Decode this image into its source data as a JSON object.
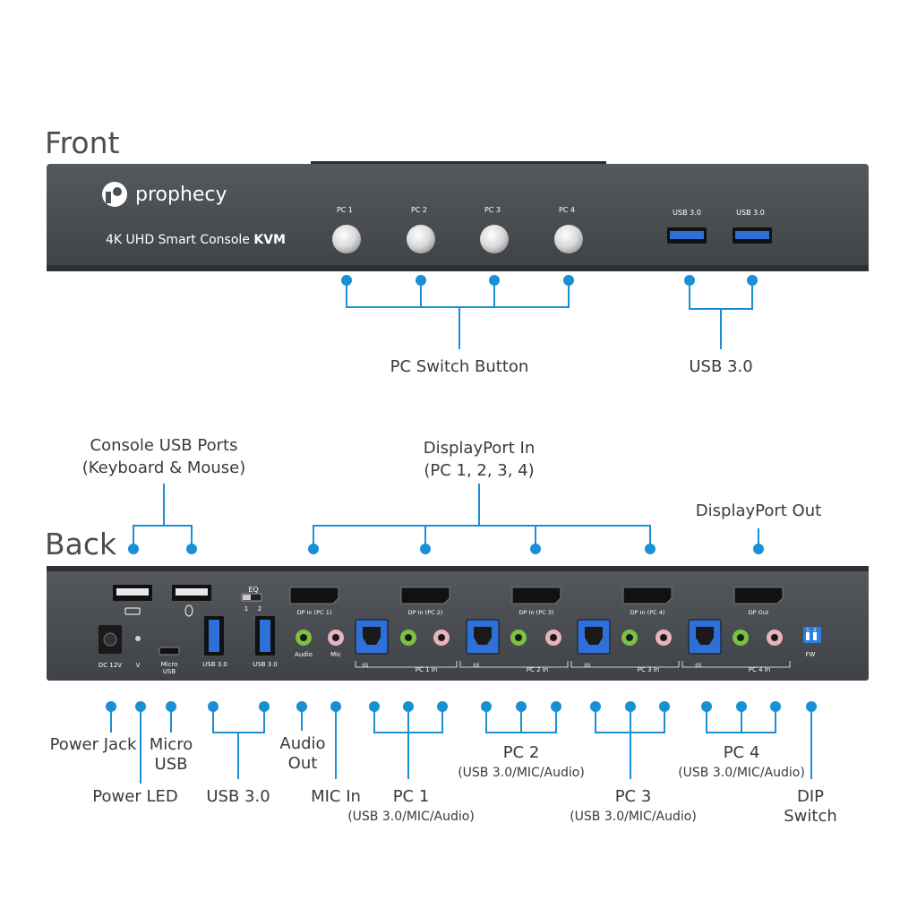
{
  "sections": {
    "front": "Front",
    "back": "Back"
  },
  "front_panel": {
    "brand": "prophecy",
    "model_prefix": "4K UHD Smart Console ",
    "model_bold": "KVM",
    "buttons": [
      "PC 1",
      "PC 2",
      "PC 3",
      "PC 4"
    ],
    "usb_ports": [
      "USB 3.0",
      "USB 3.0"
    ]
  },
  "front_callouts": {
    "pc_switch": "PC Switch Button",
    "usb30": "USB 3.0"
  },
  "back_panel": {
    "dc": "DC 12V",
    "v": "V",
    "micro_usb_line1": "Micro",
    "micro_usb_line2": "USB",
    "eq": "EQ",
    "eq_1": "1",
    "eq_2": "2",
    "usb30": "USB 3.0",
    "audio": "Audio",
    "mic": "Mic",
    "dp_in": [
      "DP In (PC 1)",
      "DP In (PC 2)",
      "DP In (PC 3)",
      "DP In (PC 4)"
    ],
    "dp_out": "DP Out",
    "pc_in": [
      "PC 1 In",
      "PC 2 In",
      "PC 3 In",
      "PC 4 In"
    ],
    "ss_logo": "SS",
    "fw": "FW",
    "dip_1": "1",
    "dip_2": "2"
  },
  "back_callouts_top": {
    "console_usb_1": "Console USB Ports",
    "console_usb_2": "(Keyboard & Mouse)",
    "dp_in_1": "DisplayPort In",
    "dp_in_2": "(PC 1, 2, 3, 4)",
    "dp_out": "DisplayPort Out"
  },
  "back_callouts_bottom": {
    "power_jack": "Power Jack",
    "power_led": "Power LED",
    "micro_usb_1": "Micro",
    "micro_usb_2": "USB",
    "usb30": "USB 3.0",
    "audio_out_1": "Audio",
    "audio_out_2": "Out",
    "mic_in": "MIC In",
    "pc1": "PC 1",
    "pc1_sub": "(USB 3.0/MIC/Audio)",
    "pc2": "PC 2",
    "pc2_sub": "(USB 3.0/MIC/Audio)",
    "pc3": "PC 3",
    "pc3_sub": "(USB 3.0/MIC/Audio)",
    "pc4": "PC 4",
    "pc4_sub": "(USB 3.0/MIC/Audio)",
    "dip_1": "DIP",
    "dip_2": "Switch"
  },
  "colors": {
    "panel": "#4a4d52",
    "panel_edge": "#2e3034",
    "callout": "#1a8fd6",
    "usb_blue": "#2f6fd8",
    "audio_green": "#7cc242",
    "mic_pink": "#e9b3bd",
    "dip_blue": "#2a7fe0"
  }
}
